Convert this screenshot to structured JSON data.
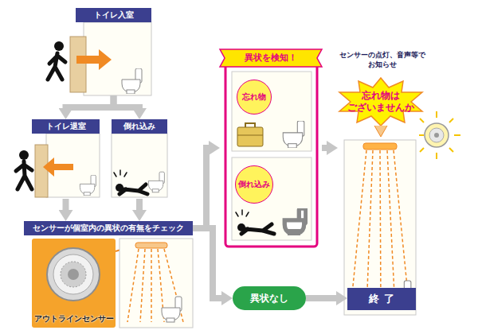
{
  "diagram": {
    "nodes": [
      {
        "text": [
          "トイレ入室"
        ]
      },
      {
        "text": [
          "トイレ退室"
        ]
      },
      {
        "text": [
          "倒れ込み"
        ]
      },
      {
        "text": [
          "センサーが個室内の異状の有無をチェック"
        ]
      },
      {
        "text": [
          "アウトラインセンサー"
        ]
      },
      {
        "text": [
          "異状を検知！"
        ]
      },
      {
        "text": [
          "忘れ物"
        ],
        "in": 5
      },
      {
        "text": [
          "倒れ込み"
        ],
        "in": 5
      },
      {
        "text": [
          "センサーの点灯、音声等で お知らせ"
        ]
      },
      {
        "text": [
          "忘れ物は ございませんか"
        ],
        "in": 8
      },
      {
        "text": [
          "異状なし"
        ]
      },
      {
        "text": [
          "終了"
        ]
      }
    ],
    "edges": [
      {
        "from": 0,
        "to": 1,
        "arrow": "to"
      },
      {
        "from": 0,
        "to": 2,
        "arrow": "to"
      },
      {
        "from": 1,
        "to": 3,
        "arrow": "to"
      },
      {
        "from": 2,
        "to": 3,
        "arrow": "to"
      },
      {
        "from": 3,
        "to": 5,
        "arrow": "to"
      },
      {
        "from": 3,
        "to": 10,
        "arrow": "to"
      },
      {
        "from": 5,
        "to": 8,
        "arrow": "to"
      },
      {
        "from": 10,
        "to": 11,
        "arrow": "to"
      }
    ]
  }
}
